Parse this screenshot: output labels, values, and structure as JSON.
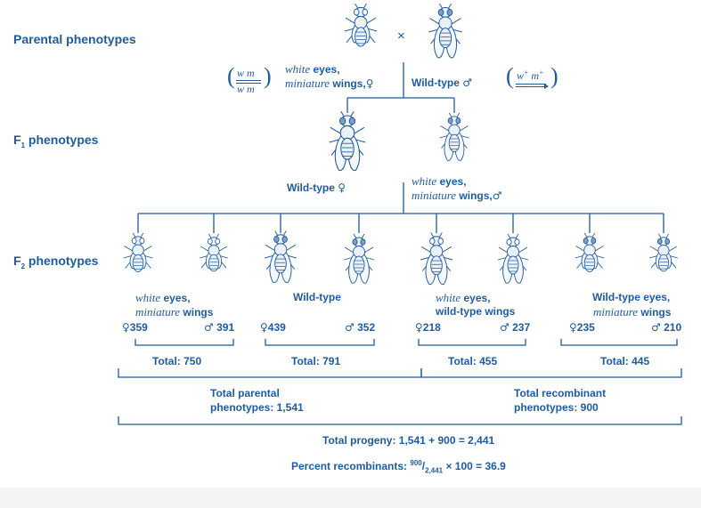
{
  "rows": {
    "parental": "Parental phenotypes",
    "f1_prefix": "F",
    "f1_sub": "1",
    "f1_suffix": " phenotypes",
    "f2_prefix": "F",
    "f2_sub": "2",
    "f2_suffix": " phenotypes"
  },
  "symbols": {
    "cross": "×",
    "female": "♀",
    "male": "♂"
  },
  "parents": {
    "mother": {
      "trait1": "white",
      "trait1_rest": " eyes,",
      "trait2": "miniature",
      "trait2_rest": " wings,"
    },
    "father": {
      "label": "Wild-type"
    },
    "mother_genotype_top": "w m",
    "mother_genotype_bottom": "w m",
    "father_genotype_w": "w",
    "father_genotype_m": "m",
    "plus": "+"
  },
  "f1": {
    "female_label": "Wild-type",
    "male_trait1": "white",
    "male_trait1_rest": " eyes,",
    "male_trait2": "miniature",
    "male_trait2_rest": " wings,"
  },
  "f2_groups": [
    {
      "line1_ital": "white",
      "line1_rest": " eyes,",
      "line2_ital": "miniature",
      "line2_rest": " wings",
      "female": "359",
      "male": "391",
      "total": "Total: 750"
    },
    {
      "line1_ital": "",
      "line1_rest": "Wild-type",
      "line2_ital": "",
      "line2_rest": "",
      "female": "439",
      "male": "352",
      "total": "Total: 791"
    },
    {
      "line1_ital": "white",
      "line1_rest": " eyes,",
      "line2_ital": "",
      "line2_rest": "wild-type wings",
      "female": "218",
      "male": "237",
      "total": "Total: 455"
    },
    {
      "line1_ital": "",
      "line1_rest": "Wild-type eyes,",
      "line2_ital": "miniature",
      "line2_rest": " wings",
      "female": "235",
      "male": "210",
      "total": "Total: 445"
    }
  ],
  "summary": {
    "parental_line1": "Total parental",
    "parental_line2": "phenotypes: 1,541",
    "recombinant_line1": "Total recombinant",
    "recombinant_line2": "phenotypes: 900",
    "progeny": "Total progeny: 1,541 + 900 = 2,441",
    "percent_prefix": "Percent recombinants: ",
    "percent_num": "900",
    "percent_den": "2,441",
    "percent_suffix": " × 100 = 36.9"
  },
  "colors": {
    "ink": "#1f5a9c",
    "fly_fill": "#eaf1f9",
    "fly_dark": "#7f9fc4"
  }
}
